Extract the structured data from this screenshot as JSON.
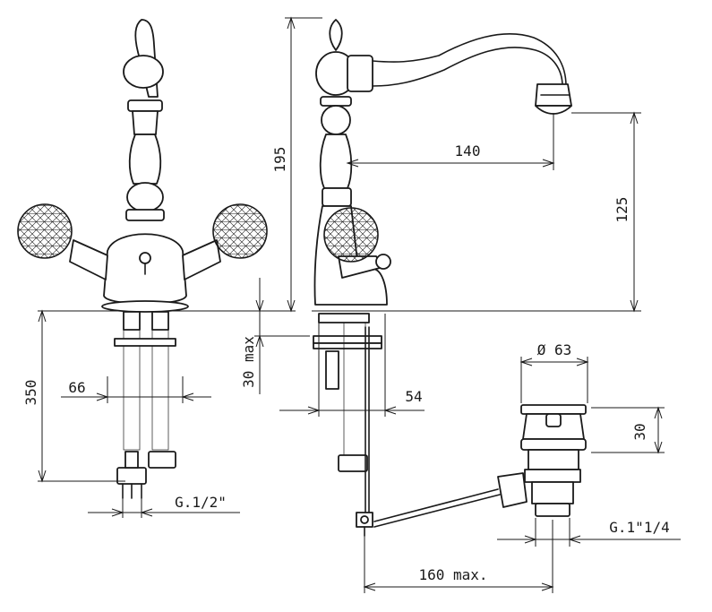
{
  "dimensions": {
    "spout_height": "195",
    "spout_reach": "140",
    "spout_outlet_height": "125",
    "hose_length": "350",
    "inlet_spacing": "66",
    "deck_thickness": "30 max",
    "base_depth": "54",
    "waste_diameter": "Ø 63",
    "waste_height": "30",
    "inlet_thread": "G.1/2\"",
    "waste_thread": "G.1\"1/4",
    "rod_length": "160 max."
  },
  "colors": {
    "line": "#1a1a1a",
    "background": "#ffffff"
  }
}
